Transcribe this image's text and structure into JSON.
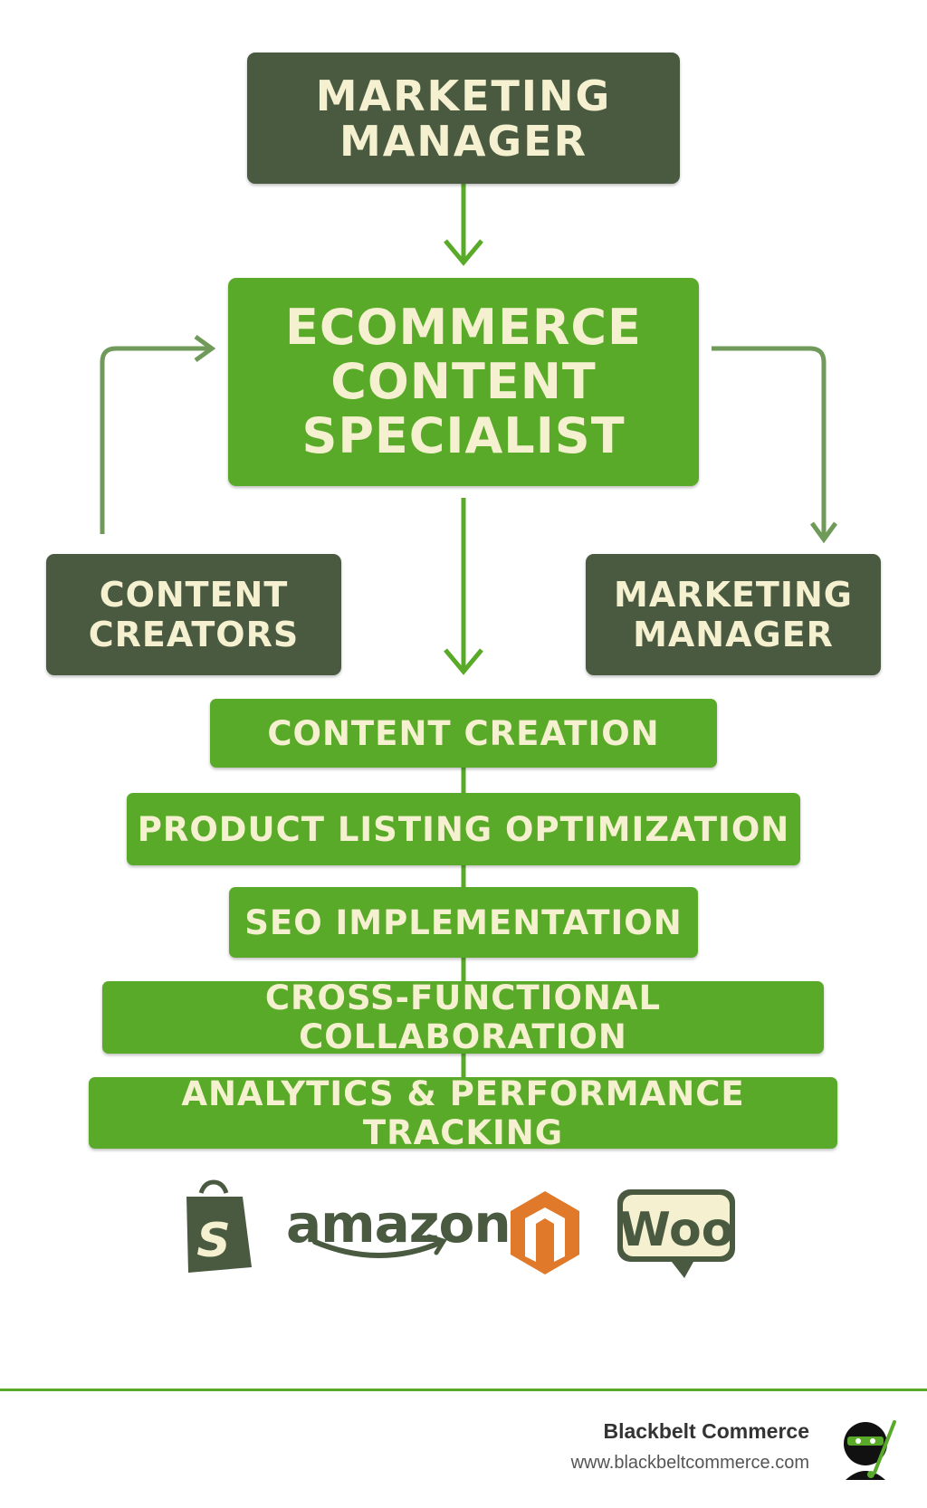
{
  "diagram": {
    "top_node": "Marketing\nManager",
    "center_node": "Ecommerce\nContent\nSpecialist",
    "left_node": "Content\nCreators",
    "right_node": "Marketing\nManager",
    "tasks": [
      "Content Creation",
      "Product Listing Optimization",
      "SEO Implementation",
      "Cross-Functional Collaboration",
      "Analytics & Performance Tracking"
    ]
  },
  "platforms": {
    "shopify_mark": "S",
    "amazon_wordmark": "amazon",
    "magento_icon": "magento-icon",
    "woo_wordmark": "Woo"
  },
  "footer": {
    "brand": "Blackbelt Commerce",
    "url": "www.blackbeltcommerce.com"
  },
  "colors": {
    "dark_box": "#4a5a41",
    "green_box": "#5aaa2a",
    "text": "#f5f1d0",
    "arrow_side": "#6f9a5a",
    "magento": "#e07a2a"
  }
}
